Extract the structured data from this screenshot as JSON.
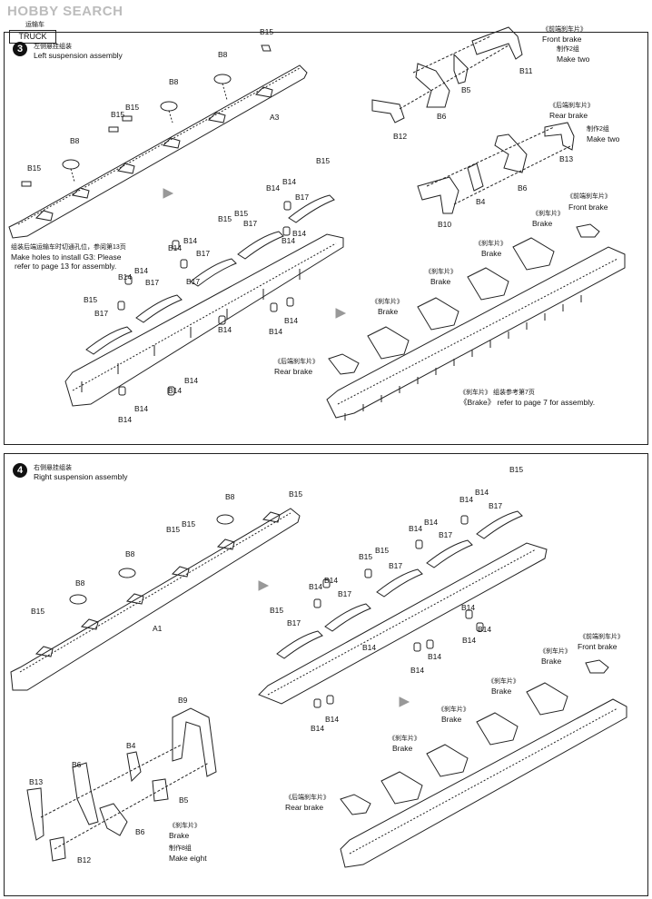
{
  "watermark": "HOBBY SEARCH",
  "header": {
    "subtitle_cn": "运输车",
    "tag": "TRUCK"
  },
  "step3": {
    "number": "3",
    "title_cn": "左侧悬挂组装",
    "title_en": "Left suspension assembly",
    "note_cn": "组装后端运输车时切通孔位，参阅第13页",
    "note_en1": "Make holes to install G3: Please",
    "note_en2": "refer to page 13 for assembly.",
    "labels": [
      "B15",
      "B8",
      "B8",
      "B15",
      "B15",
      "B8",
      "B15",
      "A3",
      "B14",
      "B14",
      "B17",
      "B15",
      "B15",
      "B17",
      "B15",
      "B14",
      "B14",
      "B17",
      "B14",
      "B14",
      "B17",
      "B14",
      "B14",
      "B15",
      "B17",
      "B17",
      "B14",
      "B14",
      "B14",
      "B14",
      "B14",
      "B14",
      "B14"
    ],
    "front_brake_cn": "《前端刹车片》",
    "front_brake_en": "Front brake",
    "make_two_cn": "制作2组",
    "make_two_en": "Make two",
    "rear_brake_cn": "《后端刹车片》",
    "rear_brake_en": "Rear brake",
    "parts": {
      "b11": "B11",
      "b5": "B5",
      "b6": "B6",
      "b12": "B12",
      "b13": "B13",
      "b6b": "B6",
      "b4": "B4",
      "b10": "B10"
    },
    "brake_cn": "《刹车片》",
    "brake_en": "Brake",
    "refer_cn": "《刹车片》 组装参考第7页",
    "refer_en": "《Brake》 refer to page 7 for assembly."
  },
  "step4": {
    "number": "4",
    "title_cn": "右侧悬挂组装",
    "title_en": "Right suspension assembly",
    "labels": [
      "B8",
      "B15",
      "B15",
      "B15",
      "B8",
      "B8",
      "B15",
      "A1",
      "B15",
      "B14",
      "B14",
      "B17",
      "B14",
      "B14",
      "B17",
      "B15",
      "B15",
      "B17",
      "B14",
      "B14",
      "B17",
      "B14",
      "B14",
      "B15",
      "B17",
      "B14",
      "B14",
      "B14",
      "B14",
      "B14",
      "B14"
    ],
    "parts": {
      "b9": "B9",
      "b4": "B4",
      "b6": "B6",
      "b13": "B13",
      "b5": "B5",
      "b6b": "B6",
      "b12": "B12"
    },
    "front_brake_cn": "《前端刹车片》",
    "front_brake_en": "Front brake",
    "rear_brake_cn": "《后端刹车片》",
    "rear_brake_en": "Rear brake",
    "brake_cn": "《刹车片》",
    "brake_en": "Brake",
    "make_eight_cn": "制作8组",
    "make_eight_en": "Make eight"
  }
}
